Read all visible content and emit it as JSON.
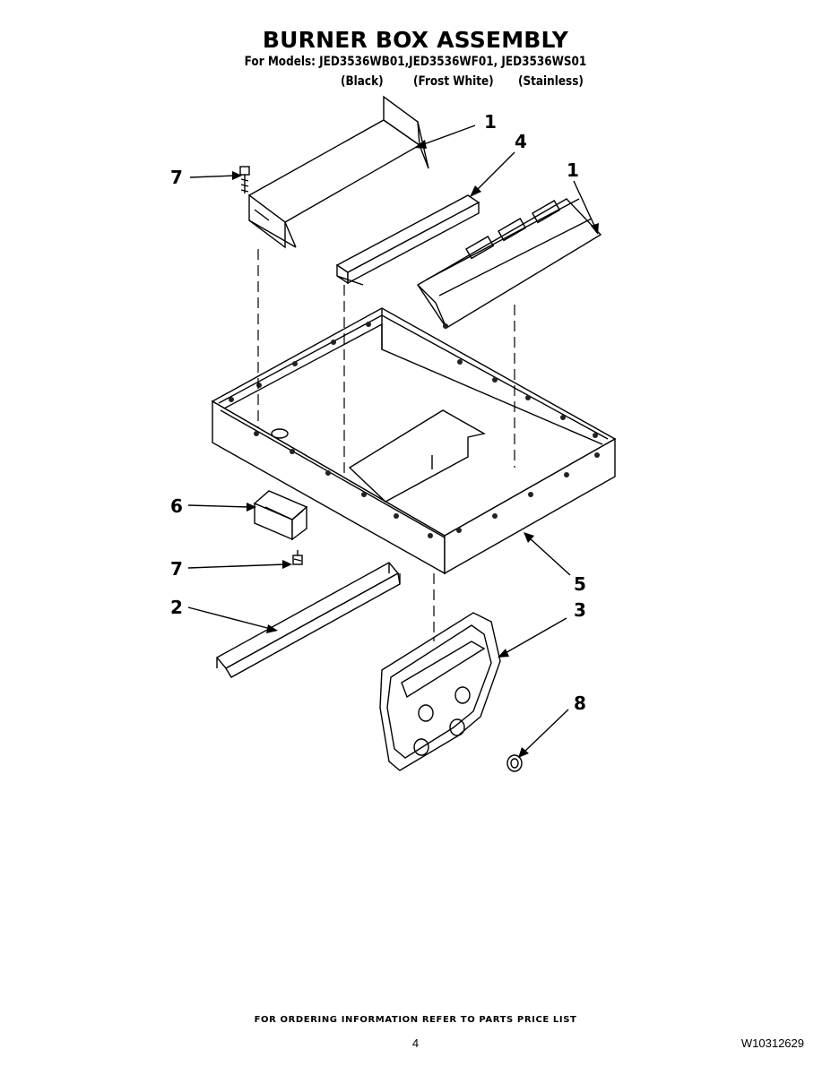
{
  "header": {
    "title": "BURNER BOX ASSEMBLY",
    "models_line": "For Models: JED3536WB01,JED3536WF01, JED3536WS01",
    "color_black": "(Black)",
    "color_frost_white": "(Frost White)",
    "color_stainless": "(Stainless)"
  },
  "callouts": {
    "c1_top": "1",
    "c4": "4",
    "c1_right": "1",
    "c7_top": "7",
    "c6": "6",
    "c7_mid": "7",
    "c2": "2",
    "c5": "5",
    "c3": "3",
    "c8": "8"
  },
  "footer": {
    "ordering_note": "FOR ORDERING INFORMATION REFER TO PARTS PRICE LIST",
    "page_number": "4",
    "document_number": "W10312629"
  }
}
